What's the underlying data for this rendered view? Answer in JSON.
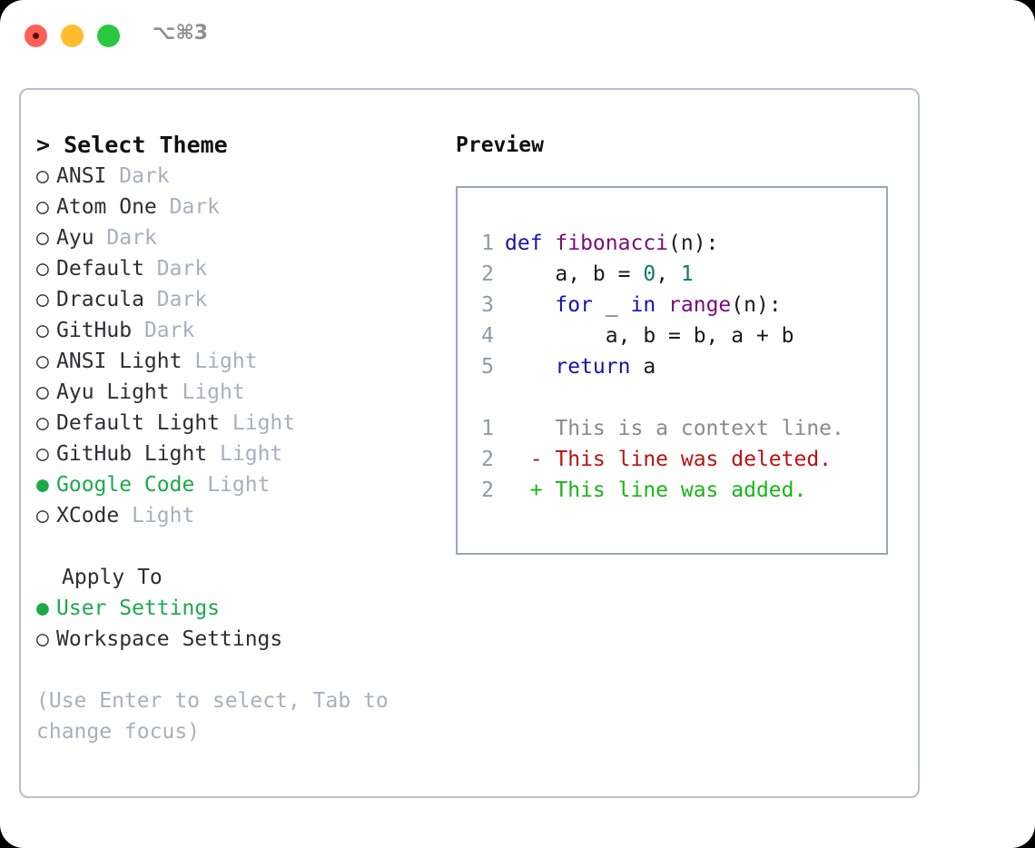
{
  "window": {
    "shortcut": "⌥⌘3",
    "traffic_lights": [
      {
        "name": "close",
        "color": "#ff5f57"
      },
      {
        "name": "minimize",
        "color": "#febc2e"
      },
      {
        "name": "maximize",
        "color": "#28c840"
      }
    ]
  },
  "theme_picker": {
    "prompt": "> Select Theme",
    "selected_bullet": "●",
    "unselected_bullet": "○",
    "items": [
      {
        "name": "ANSI",
        "kind": "Dark",
        "selected": false
      },
      {
        "name": "Atom One",
        "kind": "Dark",
        "selected": false
      },
      {
        "name": "Ayu",
        "kind": "Dark",
        "selected": false
      },
      {
        "name": "Default",
        "kind": "Dark",
        "selected": false
      },
      {
        "name": "Dracula",
        "kind": "Dark",
        "selected": false
      },
      {
        "name": "GitHub",
        "kind": "Dark",
        "selected": false
      },
      {
        "name": "ANSI Light",
        "kind": "Light",
        "selected": false
      },
      {
        "name": "Ayu Light",
        "kind": "Light",
        "selected": false
      },
      {
        "name": "Default Light",
        "kind": "Light",
        "selected": false
      },
      {
        "name": "GitHub Light",
        "kind": "Light",
        "selected": false
      },
      {
        "name": "Google Code",
        "kind": "Light",
        "selected": true
      },
      {
        "name": "XCode",
        "kind": "Light",
        "selected": false
      }
    ]
  },
  "apply_to": {
    "label": "Apply To",
    "options": [
      {
        "name": "User Settings",
        "selected": true
      },
      {
        "name": "Workspace Settings",
        "selected": false
      }
    ]
  },
  "hint": "(Use Enter to select, Tab to change focus)",
  "preview": {
    "title": "Preview",
    "code_lines": [
      {
        "num": "1",
        "tokens": [
          {
            "t": "def ",
            "c": "kw"
          },
          {
            "t": "fibonacci",
            "c": "fn"
          },
          {
            "t": "(n):",
            "c": "txt"
          }
        ]
      },
      {
        "num": "2",
        "tokens": [
          {
            "t": "    a, b = ",
            "c": "txt"
          },
          {
            "t": "0",
            "c": "num"
          },
          {
            "t": ", ",
            "c": "txt"
          },
          {
            "t": "1",
            "c": "num"
          }
        ]
      },
      {
        "num": "3",
        "tokens": [
          {
            "t": "    ",
            "c": "txt"
          },
          {
            "t": "for",
            "c": "kw"
          },
          {
            "t": " _ ",
            "c": "txt"
          },
          {
            "t": "in",
            "c": "kw"
          },
          {
            "t": " ",
            "c": "txt"
          },
          {
            "t": "range",
            "c": "fn"
          },
          {
            "t": "(n):",
            "c": "txt"
          }
        ]
      },
      {
        "num": "4",
        "tokens": [
          {
            "t": "        a, b = b, a + b",
            "c": "txt"
          }
        ]
      },
      {
        "num": "5",
        "tokens": [
          {
            "t": "    ",
            "c": "txt"
          },
          {
            "t": "return",
            "c": "kw"
          },
          {
            "t": " a",
            "c": "txt"
          }
        ]
      }
    ],
    "diff_lines": [
      {
        "num": "1",
        "marker": " ",
        "text": "This is a context line.",
        "kind": "ctx"
      },
      {
        "num": "2",
        "marker": "-",
        "text": "This line was deleted.",
        "kind": "del"
      },
      {
        "num": "2",
        "marker": "+",
        "text": "This line was added.",
        "kind": "add"
      }
    ]
  },
  "colors": {
    "accent_green": "#1da94b",
    "muted": "#a7b0bd",
    "line_number": "#8c9ba8",
    "keyword": "#1414b4",
    "function": "#7b0a7b",
    "number": "#0e7c6b",
    "diff_context": "#8a8a8a",
    "diff_deleted": "#bb1111",
    "diff_added": "#16b616",
    "panel_border": "#b6bfcc",
    "preview_border": "#9aa8b8"
  }
}
